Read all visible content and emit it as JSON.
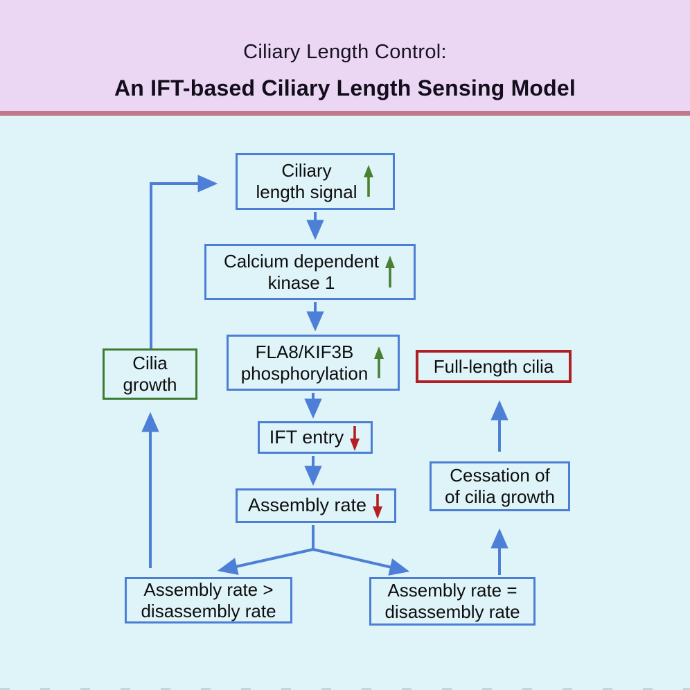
{
  "header": {
    "title_line1": "Ciliary Length Control:",
    "title_line2": "An IFT-based Ciliary Length Sensing Model"
  },
  "colors": {
    "header_bg": "#ebd7f3",
    "divider_rose": "#c1798a",
    "body_bg": "#dff4f9",
    "connector_blue": "#4d7fd6",
    "box_border_blue": "#4b7ed4",
    "box_border_green": "#3e7b31",
    "box_border_red": "#b02022",
    "indicator_green": "#4a8031",
    "indicator_red": "#b51f23",
    "text": "#0d0d0d"
  },
  "diagram": {
    "nodes": [
      {
        "id": "ciliary-length-signal",
        "line1": "Ciliary",
        "line2": "length signal",
        "indicator": "up",
        "border": "blue"
      },
      {
        "id": "calcium-kinase",
        "line1": "Calcium dependent",
        "line2": "kinase 1",
        "indicator": "up",
        "border": "blue"
      },
      {
        "id": "fla8-kif3b",
        "line1": "FLA8/KIF3B",
        "line2": "phosphorylation",
        "indicator": "up",
        "border": "blue"
      },
      {
        "id": "ift-entry",
        "line1": "IFT entry",
        "indicator": "down",
        "border": "blue"
      },
      {
        "id": "assembly-rate",
        "line1": "Assembly rate",
        "indicator": "down",
        "border": "blue"
      },
      {
        "id": "cilia-growth",
        "line1": "Cilia",
        "line2": "growth",
        "border": "green"
      },
      {
        "id": "full-length-cilia",
        "line1": "Full-length cilia",
        "border": "red"
      },
      {
        "id": "cessation-of-growth",
        "line1": "Cessation of",
        "line2": "of cilia growth",
        "border": "blue"
      },
      {
        "id": "assembly-gt-disassembly",
        "line1": "Assembly rate >",
        "line2": "disassembly rate",
        "border": "blue"
      },
      {
        "id": "assembly-eq-disassembly",
        "line1": "Assembly rate =",
        "line2": "disassembly rate",
        "border": "blue"
      }
    ]
  }
}
